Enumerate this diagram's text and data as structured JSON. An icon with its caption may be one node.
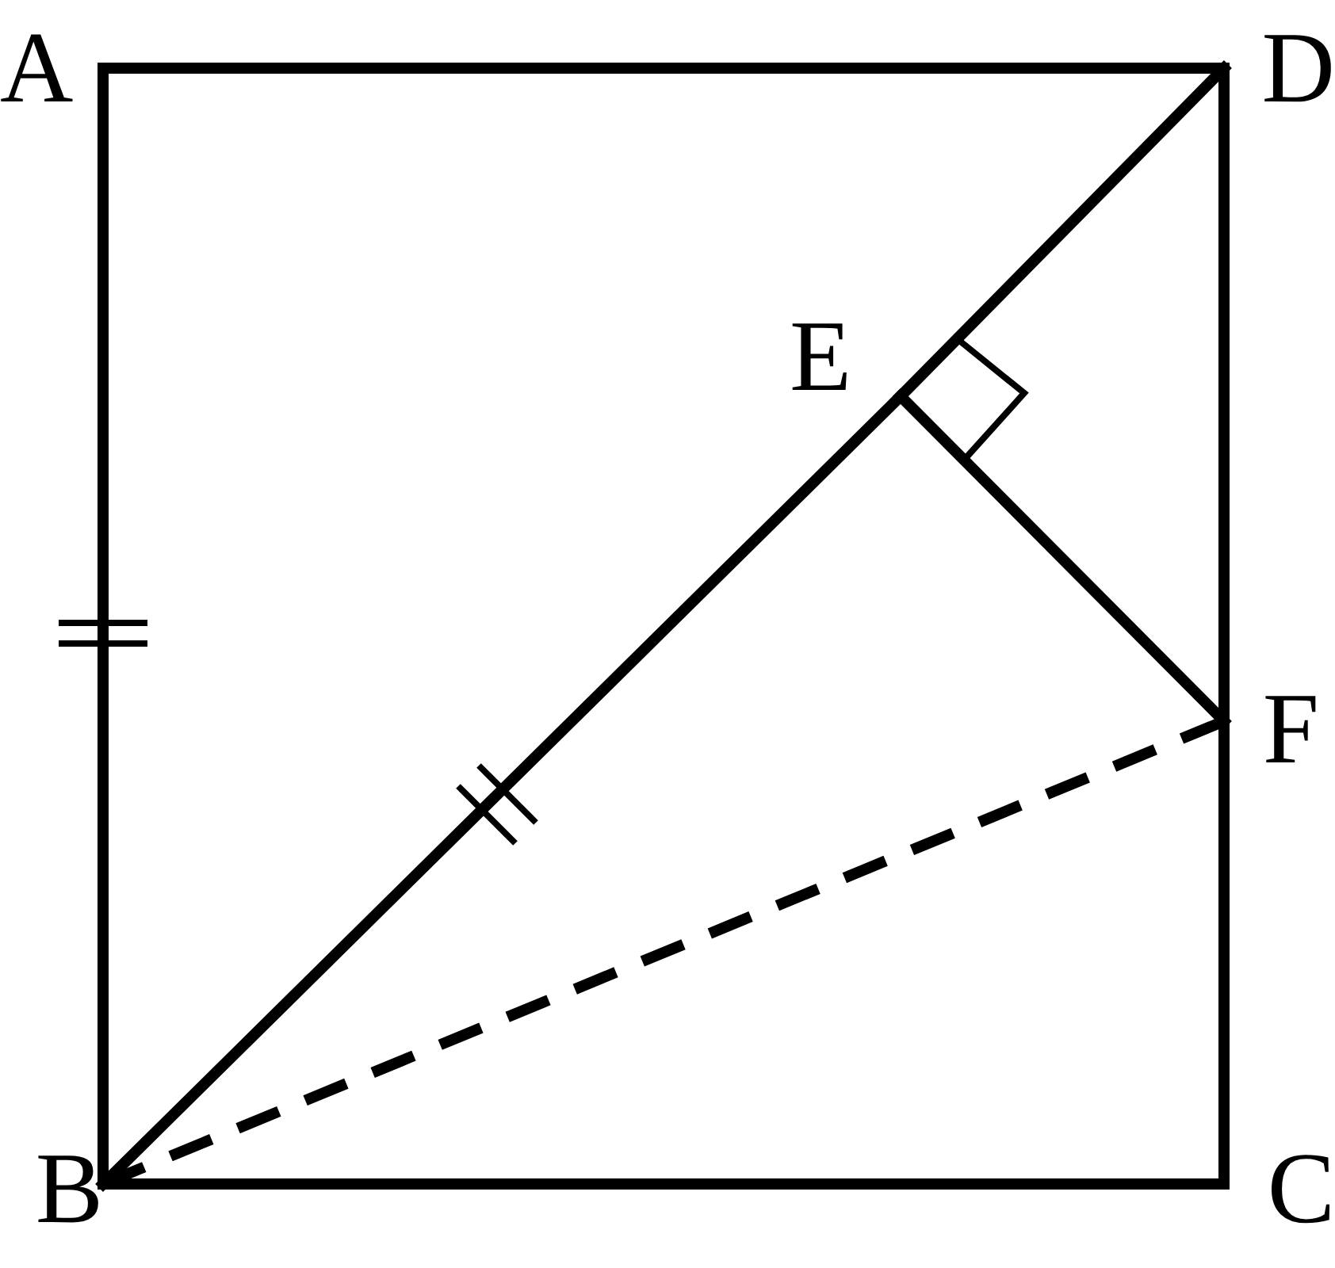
{
  "diagram": {
    "nodes": [
      {
        "text": [
          "A"
        ]
      },
      {
        "text": [
          "D"
        ]
      },
      {
        "text": [
          "E"
        ]
      },
      {
        "text": [
          "F"
        ]
      },
      {
        "text": [
          "B"
        ]
      },
      {
        "text": [
          "C"
        ]
      }
    ],
    "edges": [
      {
        "from": 0,
        "to": 1,
        "arrow": "none"
      },
      {
        "from": 0,
        "to": 4,
        "arrow": "none"
      },
      {
        "from": 4,
        "to": 5,
        "arrow": "none"
      },
      {
        "from": 1,
        "to": 3,
        "arrow": "none"
      },
      {
        "from": 3,
        "to": 5,
        "arrow": "none"
      },
      {
        "from": 4,
        "to": 2,
        "arrow": "none"
      },
      {
        "from": 2,
        "to": 1,
        "arrow": "none"
      },
      {
        "from": 2,
        "to": 3,
        "arrow": "none"
      },
      {
        "from": 4,
        "to": 3,
        "arrow": "none",
        "style": "dashed"
      }
    ]
  }
}
